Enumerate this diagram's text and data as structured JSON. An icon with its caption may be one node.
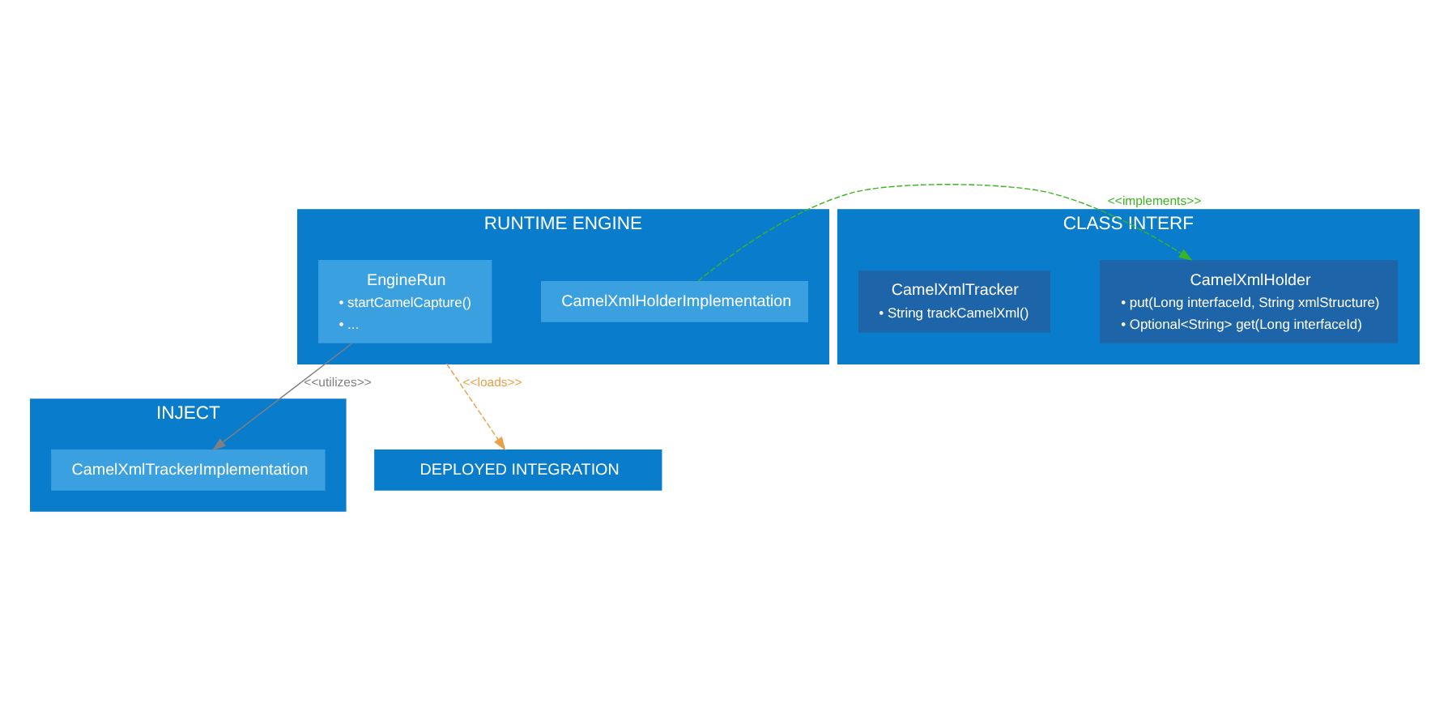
{
  "diagram": {
    "nodes": [
      {
        "text": [
          "RUNTIME ENGINE"
        ]
      },
      {
        "text": [
          "CamelXmlHolderImplementation"
        ],
        "in": 0
      },
      {
        "text": [
          "EngineRun",
          "• startCamelCapture()",
          "• ..."
        ],
        "in": 0
      },
      {
        "text": [
          "CLASS INTERF"
        ]
      },
      {
        "text": [
          "CamelXmlHolder",
          "• put(Long interfaceId, String xmlStructure)",
          "• Optional<String> get(Long interfaceId)"
        ],
        "in": 3
      },
      {
        "text": [
          "CamelXmlTracker",
          "• String trackCamelXml()"
        ],
        "in": 3
      },
      {
        "text": [
          "INJECT"
        ]
      },
      {
        "text": [
          "CamelXmlTrackerImplementation"
        ],
        "in": 6
      },
      {
        "text": [
          "DEPLOYED INTEGRATION"
        ]
      }
    ],
    "edges": [
      {
        "from": 1,
        "to": 4,
        "arrow": "to",
        "label": "<<implements>>",
        "style": "dashed",
        "color": "#3cb521"
      },
      {
        "from": 0,
        "to": 8,
        "arrow": "to",
        "label": "<<loads>>",
        "style": "dashed",
        "color": "#e8a04a"
      },
      {
        "from": 2,
        "to": 7,
        "arrow": "to",
        "label": "<<utilizes>>",
        "color": "#808080"
      }
    ]
  }
}
